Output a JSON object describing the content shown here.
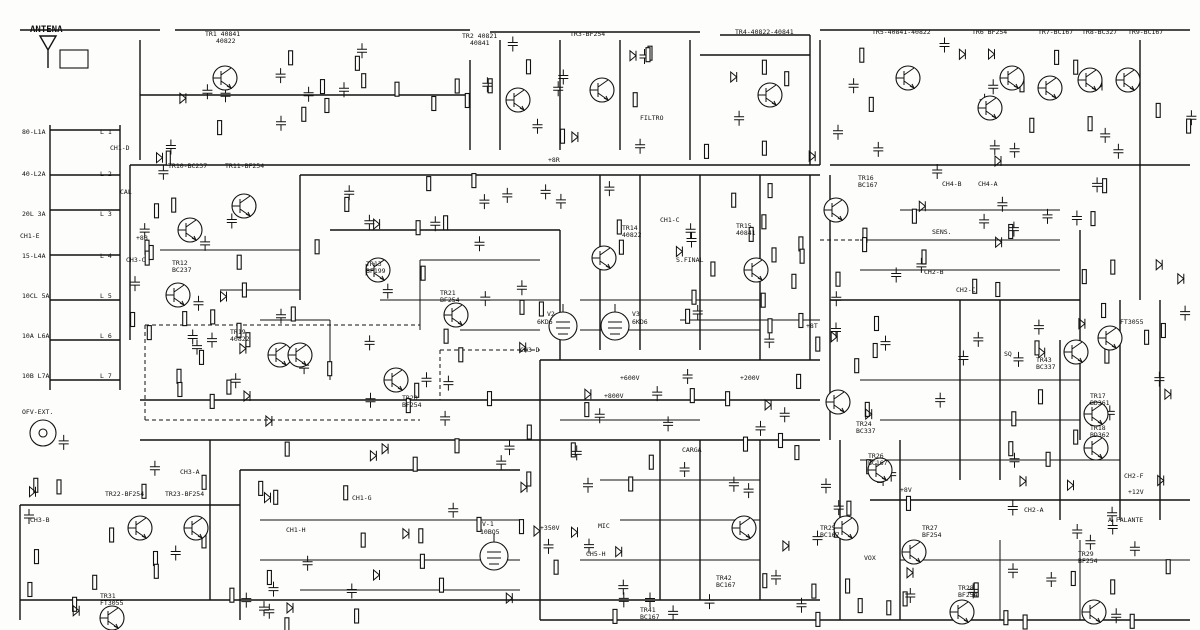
{
  "diagram": {
    "antenna": {
      "label": "ANTENA"
    },
    "transistor_labels": [
      {
        "text": "TR1 40841",
        "sub": "40822"
      },
      {
        "text": "TR2 40821",
        "sub": "40841"
      },
      {
        "text": "TR3-BF254",
        "sub": ""
      },
      {
        "text": "TR4-40822-40841",
        "sub": ""
      },
      {
        "text": "TR5-40841-40822",
        "sub": ""
      },
      {
        "text": "TR6 BF254",
        "sub": ""
      },
      {
        "text": "TR7-BC167",
        "sub": ""
      },
      {
        "text": "TR8-BC327",
        "sub": ""
      },
      {
        "text": "TR9-BC167",
        "sub": ""
      },
      {
        "text": "TR10-BC237",
        "sub": ""
      },
      {
        "text": "TR11-BF254",
        "sub": ""
      },
      {
        "text": "TR12",
        "sub": "BC237"
      },
      {
        "text": "TR13",
        "sub": "BF199"
      },
      {
        "text": "TR14",
        "sub": "40822"
      },
      {
        "text": "TR15",
        "sub": "40841"
      },
      {
        "text": "TR16",
        "sub": "BC167"
      },
      {
        "text": "TR17",
        "sub": "BD361"
      },
      {
        "text": "TR18",
        "sub": "BD362"
      },
      {
        "text": "TR19",
        "sub": "40822"
      },
      {
        "text": "TR20",
        "sub": "BF254"
      },
      {
        "text": "TR21",
        "sub": "BF254"
      },
      {
        "text": "TR22-BF254",
        "sub": ""
      },
      {
        "text": "TR23-BF254",
        "sub": ""
      },
      {
        "text": "TR24",
        "sub": "BC337"
      },
      {
        "text": "TR25",
        "sub": "BC167"
      },
      {
        "text": "TR26",
        "sub": "BC167"
      },
      {
        "text": "TR27",
        "sub": "BF254"
      },
      {
        "text": "TR28",
        "sub": "BF254"
      },
      {
        "text": "TR29",
        "sub": "BF254"
      },
      {
        "text": "TR31",
        "sub": "FT3055"
      },
      {
        "text": "TR41",
        "sub": "BC167"
      },
      {
        "text": "TR42",
        "sub": "BC167"
      },
      {
        "text": "TR43",
        "sub": "BC337"
      },
      {
        "text": "FT3055",
        "sub": ""
      }
    ],
    "valve_labels": [
      {
        "text": "V2",
        "sub": "6KD6"
      },
      {
        "text": "V3",
        "sub": "6KD6"
      },
      {
        "text": "V-1",
        "sub": "10BQ5"
      }
    ],
    "channel_labels": [
      "CH1-D",
      "CH3-C",
      "CH1-E",
      "CH3-D",
      "CH3-A",
      "CH3-B",
      "CH1-G",
      "CH1-H",
      "CH1-C",
      "CH2-B",
      "CH2-C",
      "CH2-A",
      "CH2-F",
      "CH5-H",
      "CH4-B",
      "CH4-A"
    ],
    "coil_labels": [
      "80-L1A",
      "40-L2A",
      "20L 3A",
      "15-L4A",
      "10CL 5A",
      "10A L6A",
      "10B L7A",
      "L 1",
      "L 2",
      "L 3",
      "L 4",
      "L 5",
      "L 6",
      "L 7"
    ],
    "misc_labels": {
      "vfo_ext": "OFV-EXT.",
      "filtro": "FILTRO",
      "carga": "CARGA",
      "sint": "S.FINAL",
      "falante": "A FALANTE",
      "vox": "VOX",
      "cal": "CAL",
      "mic": "MIC",
      "sens": "SENS.",
      "sq": "SQ"
    },
    "supply_labels": [
      "+8B",
      "+8R",
      "+8T",
      "+8V",
      "+12V",
      "+200V",
      "+350V",
      "+600V",
      "+800V"
    ]
  }
}
